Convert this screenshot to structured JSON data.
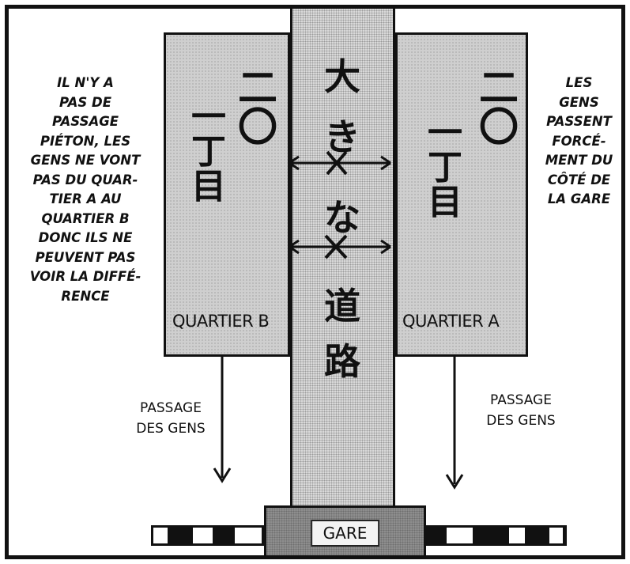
{
  "quartier_b": {
    "label": "QUARTIER B",
    "kanji_number": "二〇",
    "kanji_unit": "一丁目"
  },
  "quartier_a": {
    "label": "QUARTIER A",
    "kanji_number": "二〇",
    "kanji_unit": "一丁目"
  },
  "road": {
    "label": "大きな道路",
    "chars": [
      "大",
      "き",
      "な",
      "道",
      "路"
    ]
  },
  "note_left": "IL N'Y A\nPAS DE\nPASSAGE\nPIÉTON, LES\nGENS NE VONT\nPAS DU QUAR-\nTIER A AU\nQUARTIER B\nDONC ILS NE\nPEUVENT PAS\nVOIR LA DIFFÉ-\nRENCE",
  "note_right": "LES\nGENS\nPASSENT\nFORCÉ-\nMENT DU\nCÔTÉ DE\nLA GARE",
  "flow_left": "PASSAGE\nDES GENS",
  "flow_right": "PASSAGE\nDES GENS",
  "station": {
    "label": "GARE"
  },
  "colors": {
    "ink": "#111111",
    "block_fill": "#cfcfcf",
    "road_fill": "#d9d9d9",
    "station_fill": "#8e8e8e"
  }
}
